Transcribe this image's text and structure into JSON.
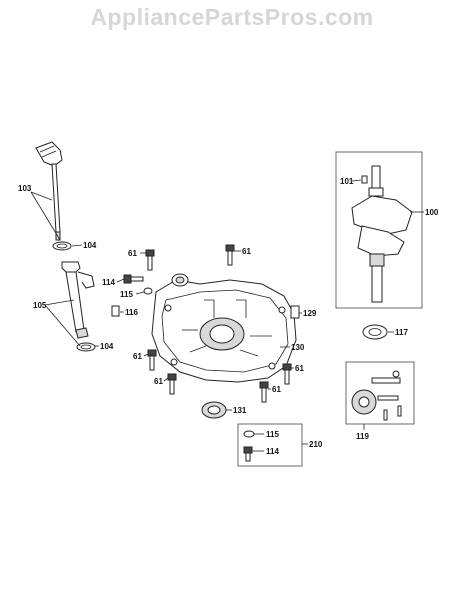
{
  "watermark": "AppliancePartsPros.com",
  "callouts": {
    "c100": "100",
    "c101": "101",
    "c103": "103",
    "c104a": "104",
    "c104b": "104",
    "c105": "105",
    "c61a": "61",
    "c61b": "61",
    "c61c": "61",
    "c61d": "61",
    "c61e": "61",
    "c61f": "61",
    "c114a": "114",
    "c115a": "115",
    "c116": "116",
    "c129": "129",
    "c130": "130",
    "c131": "131",
    "c117": "117",
    "c119": "119",
    "c210": "210",
    "c115b": "115",
    "c114b": "114"
  }
}
